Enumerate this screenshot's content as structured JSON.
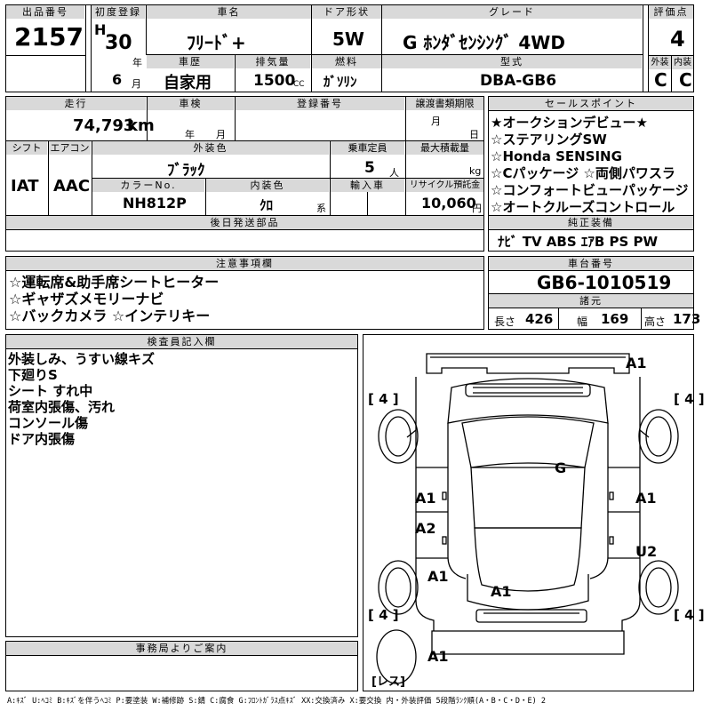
{
  "lot": {
    "label": "出品番号",
    "value": "2157"
  },
  "first_reg": {
    "label": "初度登録",
    "era": "H",
    "year": "30",
    "year_unit": "年",
    "month": "6",
    "month_unit": "月"
  },
  "car_name": {
    "label": "車名",
    "value": "ﾌﾘｰﾄﾞ+"
  },
  "door": {
    "label": "ドア形状",
    "value": "5W"
  },
  "grade": {
    "label": "グレード",
    "value": "G ﾎﾝﾀﾞｾﾝｼﾝｸﾞ 4WD"
  },
  "score": {
    "label": "評価点",
    "value": "4",
    "ext_label": "外装",
    "int_label": "内装",
    "ext_value": "C",
    "int_value": "C"
  },
  "history": {
    "label": "車歴",
    "value": "自家用"
  },
  "displacement": {
    "label": "排気量",
    "value": "1500",
    "unit": "CC"
  },
  "fuel": {
    "label": "燃料",
    "value": "ｶﾞｿﾘﾝ"
  },
  "model": {
    "label": "型式",
    "value": "DBA-GB6"
  },
  "mileage": {
    "label": "走行",
    "value": "74,793",
    "unit": "km"
  },
  "inspection": {
    "label": "車検",
    "year_unit": "年",
    "month_unit": "月"
  },
  "registration": {
    "label": "登録番号"
  },
  "transfer": {
    "label": "譲渡書類期限",
    "month_unit": "月",
    "day_unit": "日"
  },
  "shift": {
    "label": "シフト",
    "value": "IAT"
  },
  "aircon": {
    "label": "エアコン",
    "value": "AAC"
  },
  "exterior_color": {
    "label": "外装色",
    "value": "ﾌﾞﾗｯｸ"
  },
  "capacity": {
    "label": "乗車定員",
    "value": "5",
    "unit": "人"
  },
  "max_load": {
    "label": "最大積載量",
    "unit": "kg"
  },
  "color_no": {
    "label": "カラーNo.",
    "value": "NH812P"
  },
  "interior_color": {
    "label": "内装色",
    "value": "ｸﾛ",
    "unit": "系"
  },
  "import": {
    "label": "輸入車"
  },
  "recycle": {
    "label": "リサイクル預託金",
    "value": "10,060",
    "unit": "円"
  },
  "later_parts": {
    "label": "後日発送部品"
  },
  "sales_points": {
    "label": "セールスポイント",
    "items": [
      "★オークションデビュー★",
      "☆ステアリングSW",
      "☆Honda SENSING",
      "☆Cパッケージ ☆両側パワスラ",
      "☆コンフォートビューパッケージ",
      "☆オートクルーズコントロール"
    ]
  },
  "equipment": {
    "label": "純正装備",
    "value": "ﾅﾋﾞ TV ABS ｴｱB PS PW"
  },
  "notes": {
    "label": "注意事項欄",
    "items": [
      "☆運転席&助手席シートヒーター",
      "☆ギャザズメモリーナビ",
      "☆バックカメラ ☆インテリキー"
    ]
  },
  "chassis": {
    "label": "車台番号",
    "value": "GB6-1010519"
  },
  "dimensions": {
    "label": "諸元",
    "length_label": "長さ",
    "length": "426",
    "width_label": "幅",
    "width": "169",
    "height_label": "高さ",
    "height": "173"
  },
  "inspector": {
    "label": "検査員記入欄",
    "items": [
      "外装しみ、うすい線キズ",
      "下廻りS",
      "シート すれ中",
      "荷室内張傷、汚れ",
      "コンソール傷",
      "ドア内張傷"
    ]
  },
  "office": {
    "label": "事務局よりご案内"
  },
  "diagram": {
    "marks": {
      "front_bumper": "A1",
      "windshield": "G",
      "left_front_door": "A1",
      "right_front_door": "A1",
      "left_rear_door": "A2",
      "right_rear_door": "U2",
      "left_quarter": "A1",
      "tailgate": "A1",
      "rear_bumper": "A1"
    },
    "tires": [
      "4",
      "4",
      "4",
      "4"
    ],
    "spare": "レス"
  },
  "legend": "A:ｷｽﾞ U:ﾍｺﾐ B:ｷｽﾞを伴うﾍｺﾐ P:要塗装 W:補修跡 S:錆 C:腐食 G:ﾌﾛﾝﾄｶﾞﾗｽ点ｷｽﾞ XX:交換済み X:要交換 内・外装評価 5段階ﾗﾝｸ順(A・B・C・D・E) 2"
}
